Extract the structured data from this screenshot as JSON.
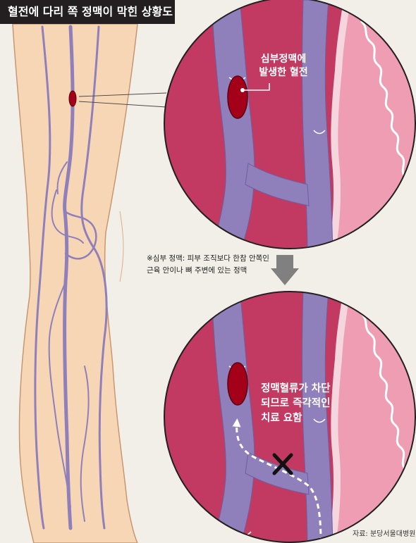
{
  "title": "혈전에 다리 쪽 정맥이 막힌 상황도",
  "top_label": [
    "심부정맥에",
    "발생한 혈전"
  ],
  "note": [
    "※심부 정맥: 피부 조직보다 한참 안쪽인",
    "근육 안이나 뼈 주변에 있는 정맥"
  ],
  "bottom_label": [
    "정맥혈류가 차단",
    "되므로 즉각적인",
    "치료 요함"
  ],
  "source": "자료: 분당서울대병원",
  "colors": {
    "background": "#f2efe8",
    "skin": "#f7d6b5",
    "vein": "#8f7fba",
    "muscle": "#c23a62",
    "clot": "#a40019",
    "skin_layer": "#ef9db3",
    "title_bg": "#231f20"
  }
}
